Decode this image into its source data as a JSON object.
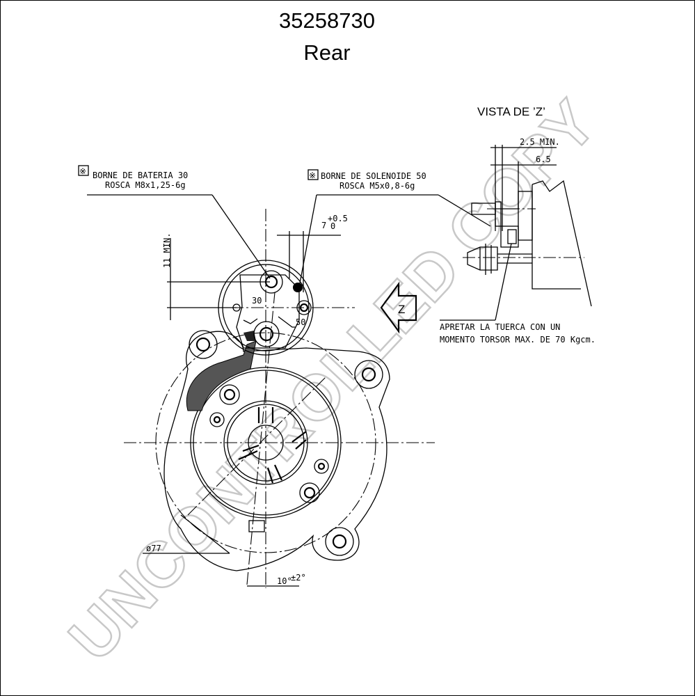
{
  "header": {
    "part_number": "35258730",
    "view": "Rear"
  },
  "view_z": {
    "title": "VISTA DE ’Z’",
    "dim_clearance": "2.5 MIN.",
    "dim_offset": "6.5"
  },
  "battery_terminal": {
    "marker": "※",
    "line1": "BORNE DE BATERIA 30",
    "line2": "ROSCA M8x1,25-6g"
  },
  "solenoid_terminal": {
    "marker": "※",
    "line1": "BORNE DE SOLENOIDE 50",
    "line2": "ROSCA M5x0,8-6g"
  },
  "torque_note": {
    "line1": "APRETAR LA TUERCA CON UN",
    "line2": "MOMENTO TORSOR MAX. DE 70 Kgcm."
  },
  "dimensions": {
    "min_11": "11 MIN.",
    "seven": "7",
    "seven_tol_upper": "+0.5",
    "seven_tol_lower": "0",
    "diameter": "ø77",
    "angle": "10°",
    "angle_tol": "±2°"
  },
  "terminal_labels": {
    "t30": "30",
    "t50": "50"
  },
  "view_arrow_label": "Z",
  "watermark": "UNCONTROLLED COPY"
}
